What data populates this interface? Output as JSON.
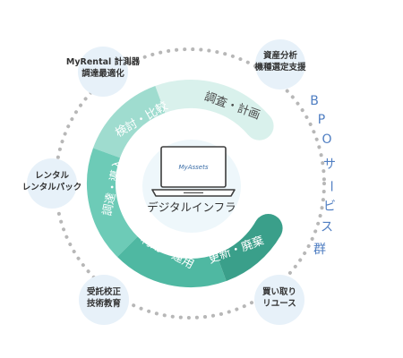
{
  "segments": {
    "plan": "調査・計画",
    "select": "検討・比較",
    "procure": "調達・導入",
    "operate": "利用・運用",
    "renew": "更新・廃棄"
  },
  "center": {
    "logo": "MyAssets",
    "title": "デジタルインフラ"
  },
  "services": {
    "top_left": [
      "MyRental 計測器",
      "調達最適化"
    ],
    "top_right": [
      "資産分析",
      "機種選定支援"
    ],
    "left": [
      "レンタル",
      "レンタルパック"
    ],
    "bottom_left": [
      "受託校正",
      "技術教育"
    ],
    "bottom_right": [
      "買い取り",
      "リユース"
    ]
  },
  "bpo_label": [
    "B",
    "P",
    "O",
    "サ",
    "ー",
    "ビ",
    "ス",
    "群"
  ],
  "colors": {
    "seg1": "#d9f1ec",
    "seg2": "#9fdccf",
    "seg3": "#6dcbb7",
    "seg4": "#4fb8a2",
    "seg5": "#3a9f8a",
    "service_bg": "#e7f1f9",
    "dots": "#b7b7b7",
    "bpo": "#4f7ec2"
  }
}
